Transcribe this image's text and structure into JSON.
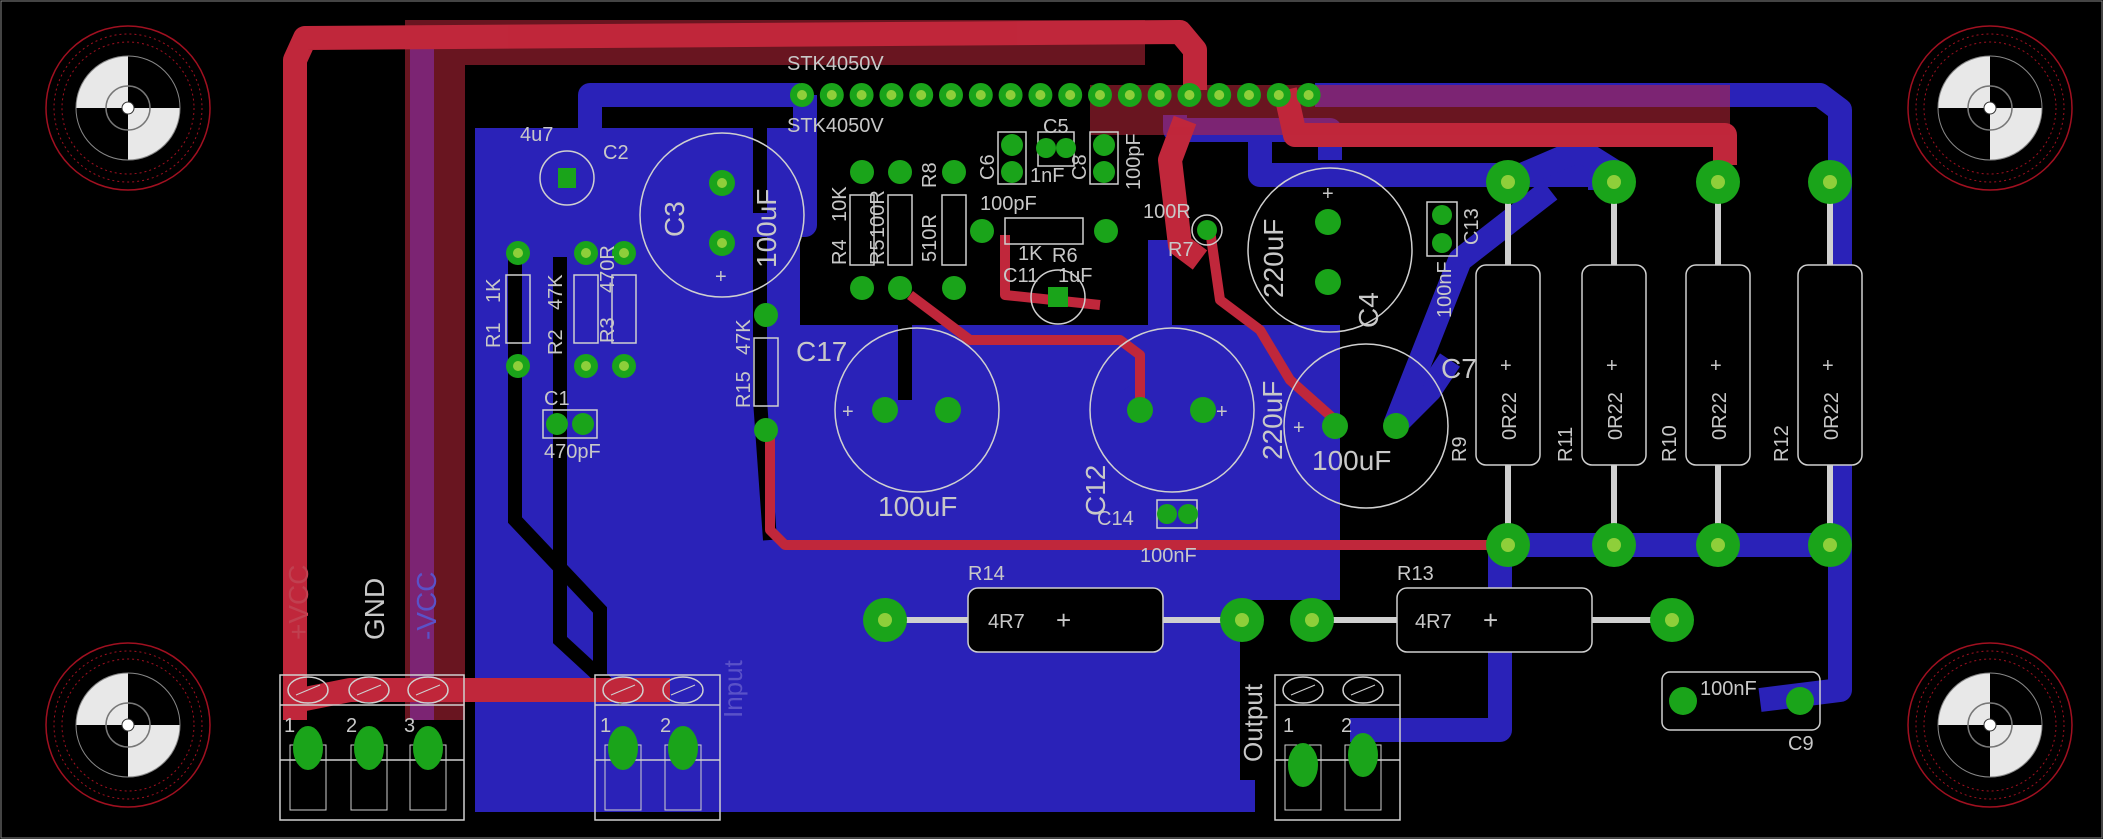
{
  "ic": {
    "top_label": "STK4050V",
    "bottom_label": "STK4050V"
  },
  "components": {
    "c2": {
      "ref": "C2",
      "value": "4u7"
    },
    "c3": {
      "ref": "C3",
      "value": "100uF"
    },
    "r1": {
      "ref": "R1",
      "value": "1K"
    },
    "r2": {
      "ref": "R2",
      "value": "47K"
    },
    "r3": {
      "ref": "R3",
      "value": "470R"
    },
    "c1": {
      "ref": "C1",
      "value": "470pF"
    },
    "r4": {
      "ref": "R4",
      "value": "10K"
    },
    "r5": {
      "ref": "R5",
      "value": "100R"
    },
    "r8": {
      "ref": "R8",
      "value": "510R"
    },
    "c6": {
      "ref": "C6",
      "value": "100pF"
    },
    "c5": {
      "ref": "C5",
      "value": "1nF"
    },
    "c8": {
      "ref": "C8",
      "value": "100pF"
    },
    "r6": {
      "ref": "R6",
      "value": "1K"
    },
    "c11": {
      "ref": "C11",
      "value": "1uF"
    },
    "r7": {
      "ref": "R7",
      "value": "100R"
    },
    "r15": {
      "ref": "R15",
      "value": "47K"
    },
    "c17": {
      "ref": "C17",
      "value": "100uF"
    },
    "c12": {
      "ref": "C12",
      "value": "220uF"
    },
    "c14": {
      "ref": "C14",
      "value": "100nF"
    },
    "c4": {
      "ref": "C4",
      "value": "220uF"
    },
    "c13": {
      "ref": "C13",
      "value": "100nF"
    },
    "c7": {
      "ref": "C7",
      "value": "100uF"
    },
    "r9": {
      "ref": "R9",
      "value": "0R22"
    },
    "r11": {
      "ref": "R11",
      "value": "0R22"
    },
    "r10": {
      "ref": "R10",
      "value": "0R22"
    },
    "r12": {
      "ref": "R12",
      "value": "0R22"
    },
    "r14": {
      "ref": "R14",
      "value": "4R7"
    },
    "r13": {
      "ref": "R13",
      "value": "4R7"
    },
    "c9": {
      "ref": "C9",
      "value": "100nF"
    }
  },
  "connectors": {
    "power": {
      "labels": [
        "+VCC",
        "GND",
        "-VCC"
      ],
      "pins": [
        "1",
        "2",
        "3"
      ]
    },
    "input": {
      "label": "Input",
      "pins": [
        "1",
        "2"
      ]
    },
    "output": {
      "label": "Output",
      "pins": [
        "1",
        "2"
      ]
    }
  },
  "colors": {
    "background": "#000000",
    "top_copper": "#c0273b",
    "bottom_copper": "#2a22b8",
    "pad": "#1aa41a",
    "silkscreen": "#d0d0d0",
    "mount_hole": "#a01020"
  }
}
